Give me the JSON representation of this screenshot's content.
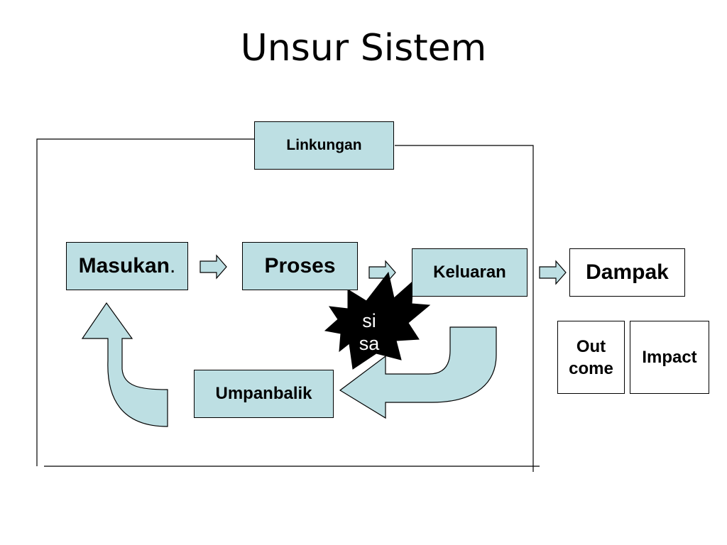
{
  "title": "Unsur Sistem",
  "nodes": {
    "lingkungan": "Linkungan",
    "masukan": "Masukan",
    "masukan_dot": ".",
    "proses": "Proses",
    "keluaran": "Keluaran",
    "dampak": "Dampak",
    "umpanbalik": "Umpanbalik",
    "outcome_line1": "Out",
    "outcome_line2": "come",
    "impact": "Impact"
  },
  "burst": {
    "line1": "si",
    "line2": "sa"
  },
  "colors": {
    "box_fill": "#bddfe3",
    "outline": "#000000",
    "burst_fill": "#000000",
    "burst_text": "#ffffff"
  }
}
